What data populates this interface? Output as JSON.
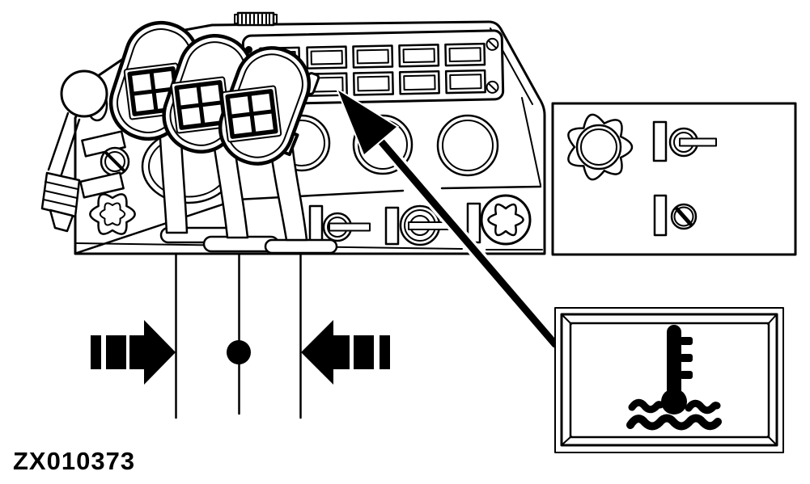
{
  "figure": {
    "caption": "ZX010373",
    "background_color": "#ffffff",
    "line_color": "#000000",
    "indicator_light_panel": {
      "rows": 2,
      "columns": 5,
      "screws": 2
    },
    "gauge_holes": 4,
    "levers": 3,
    "inset": {
      "icon": "coolant-temperature-warning-icon"
    },
    "position_markers": {
      "left": "filled-right-arrow",
      "center": "filled-dot",
      "right": "filled-left-arrow"
    }
  }
}
